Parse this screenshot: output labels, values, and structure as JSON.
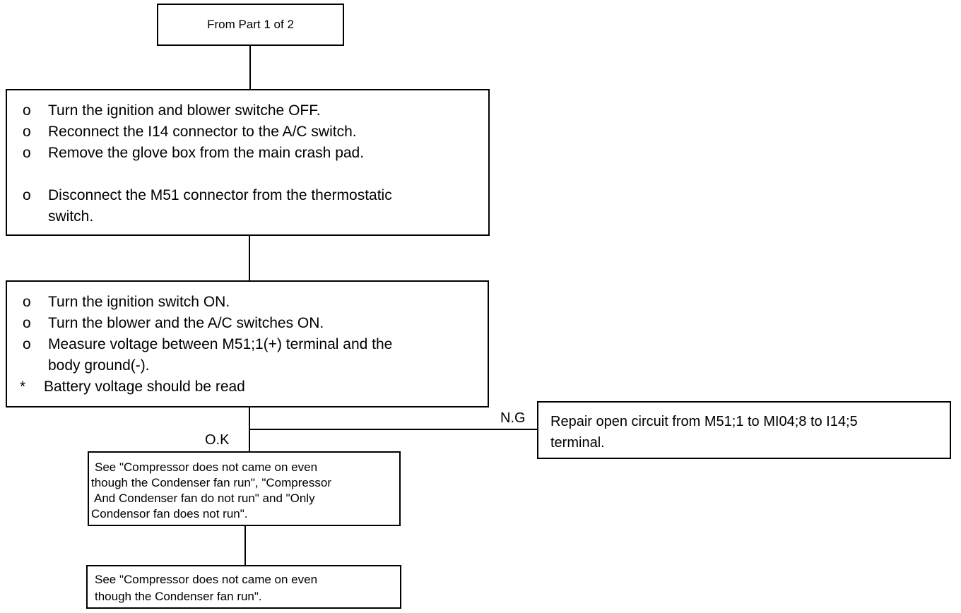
{
  "start_box": {
    "text": "From Part 1 of 2"
  },
  "box1": {
    "steps": [
      {
        "bullet": "o",
        "text": "Turn the ignition and blower switche   OFF."
      },
      {
        "bullet": "o",
        "text": "Reconnect the I14 connector to the A/C switch."
      },
      {
        "bullet": "o",
        "text": "Remove the glove box from the main crash pad."
      },
      {
        "bullet": "o",
        "text": "Disconnect the M51 connector from the thermostatic"
      },
      {
        "bullet": "",
        "text": "switch."
      }
    ]
  },
  "box2": {
    "steps": [
      {
        "bullet": "o",
        "text": "Turn the ignition switch ON."
      },
      {
        "bullet": "o",
        "text": "Turn the blower and the A/C switches ON."
      },
      {
        "bullet": "o",
        "text": "Measure voltage between M51;1(+) terminal and the"
      },
      {
        "bullet": "",
        "text": "body ground(-)."
      },
      {
        "bullet": "*",
        "text": "Battery voltage should be read"
      }
    ]
  },
  "branch_labels": {
    "ok": "O.K",
    "ng": "N.G"
  },
  "ng_box": {
    "line1": "Repair open circuit from M51;1 to MI04;8 to I14;5",
    "line2": "terminal."
  },
  "ok_box": {
    "lines": [
      "See \"Compressor does not came on even",
      "though the Condenser fan run\", \"Compressor",
      "And Condenser  fan do not run\" and  \"Only",
      "Condensor fan does not run\"."
    ]
  },
  "final_box": {
    "line1": "See \"Compressor does not came on even",
    "line2": "though the Condenser fan run\"."
  }
}
